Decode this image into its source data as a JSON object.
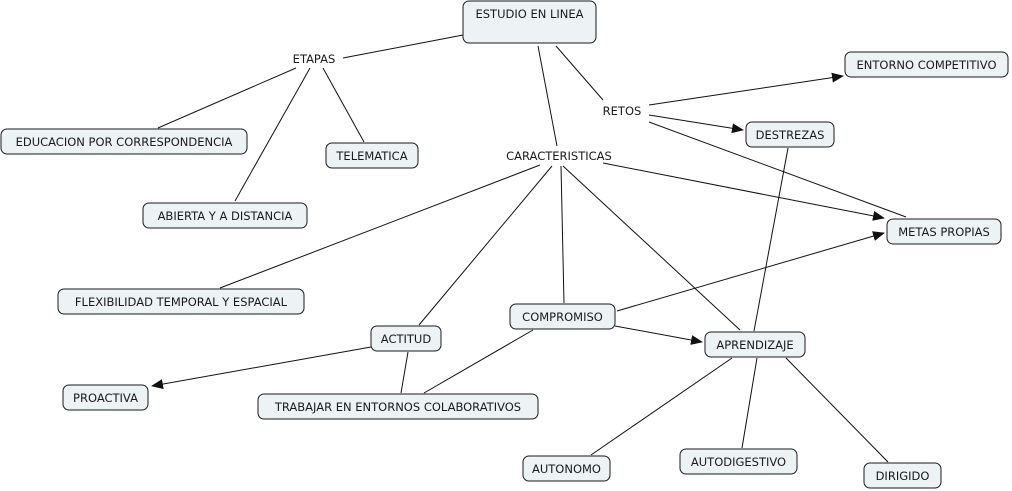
{
  "colors": {
    "node_fill": "#edf2f5",
    "node_border": "#1a1a1a",
    "line": "#111111",
    "background": "#ffffff"
  },
  "nodes": {
    "estudio": {
      "label": "ESTUDIO EN LINEA",
      "boxed": true
    },
    "etapas": {
      "label": "ETAPAS",
      "boxed": false
    },
    "retos": {
      "label": "RETOS",
      "boxed": false
    },
    "caracteristicas": {
      "label": "CARACTERISTICAS",
      "boxed": false
    },
    "entorno": {
      "label": "ENTORNO COMPETITIVO",
      "boxed": true
    },
    "destrezas": {
      "label": "DESTREZAS",
      "boxed": true
    },
    "metas": {
      "label": "METAS PROPIAS",
      "boxed": true
    },
    "educacion": {
      "label": "EDUCACION POR CORRESPONDENCIA",
      "boxed": true
    },
    "telematica": {
      "label": "TELEMATICA",
      "boxed": true
    },
    "abierta": {
      "label": "ABIERTA Y A DISTANCIA",
      "boxed": true
    },
    "flexibilidad": {
      "label": "FLEXIBILIDAD TEMPORAL Y ESPACIAL",
      "boxed": true
    },
    "compromiso": {
      "label": "COMPROMISO",
      "boxed": true
    },
    "actitud": {
      "label": "ACTITUD",
      "boxed": true
    },
    "aprendizaje": {
      "label": "APRENDIZAJE",
      "boxed": true
    },
    "proactiva": {
      "label": "PROACTIVA",
      "boxed": true
    },
    "trabajar": {
      "label": "TRABAJAR EN ENTORNOS COLABORATIVOS",
      "boxed": true
    },
    "autonomo": {
      "label": "AUTONOMO",
      "boxed": true
    },
    "autodigestivo": {
      "label": "AUTODIGESTIVO",
      "boxed": true
    },
    "dirigido": {
      "label": "DIRIGIDO",
      "boxed": true
    }
  },
  "connections": [
    {
      "from": "estudio",
      "to": "etapas",
      "arrow": false
    },
    {
      "from": "estudio",
      "to": "retos",
      "arrow": false
    },
    {
      "from": "estudio",
      "to": "caracteristicas",
      "arrow": false
    },
    {
      "from": "etapas",
      "to": "educacion",
      "arrow": false
    },
    {
      "from": "etapas",
      "to": "telematica",
      "arrow": false
    },
    {
      "from": "etapas",
      "to": "abierta",
      "arrow": false
    },
    {
      "from": "retos",
      "to": "entorno",
      "arrow": true
    },
    {
      "from": "retos",
      "to": "destrezas",
      "arrow": true
    },
    {
      "from": "retos",
      "to": "metas",
      "arrow": false
    },
    {
      "from": "caracteristicas",
      "to": "metas",
      "arrow": true
    },
    {
      "from": "caracteristicas",
      "to": "flexibilidad",
      "arrow": false
    },
    {
      "from": "caracteristicas",
      "to": "actitud",
      "arrow": false
    },
    {
      "from": "caracteristicas",
      "to": "compromiso",
      "arrow": false
    },
    {
      "from": "caracteristicas",
      "to": "aprendizaje",
      "arrow": false
    },
    {
      "from": "compromiso",
      "to": "metas",
      "arrow": true
    },
    {
      "from": "compromiso",
      "to": "aprendizaje",
      "arrow": true
    },
    {
      "from": "compromiso",
      "to": "trabajar",
      "arrow": false
    },
    {
      "from": "destrezas",
      "to": "aprendizaje",
      "arrow": false
    },
    {
      "from": "actitud",
      "to": "proactiva",
      "arrow": true
    },
    {
      "from": "actitud",
      "to": "trabajar",
      "arrow": false
    },
    {
      "from": "aprendizaje",
      "to": "autonomo",
      "arrow": false
    },
    {
      "from": "aprendizaje",
      "to": "autodigestivo",
      "arrow": false
    },
    {
      "from": "aprendizaje",
      "to": "dirigido",
      "arrow": false
    }
  ]
}
